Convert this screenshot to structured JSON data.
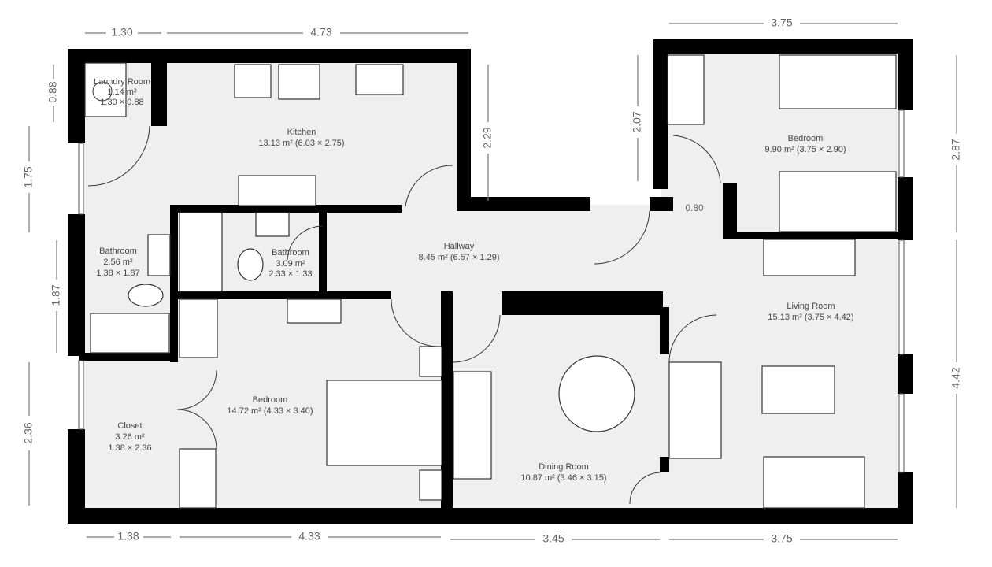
{
  "rooms": [
    {
      "name": "Laundry Room",
      "area": "1.14 m²",
      "dims": "1.30 × 0.88"
    },
    {
      "name": "Kitchen",
      "area": "13.13 m² (6.03 × 2.75)"
    },
    {
      "name": "Bathroom",
      "area": "2.56 m²",
      "dims": "1.38 × 1.87"
    },
    {
      "name": "Bathroom",
      "area": "3.09 m²",
      "dims": "2.33 × 1.33"
    },
    {
      "name": "Hallway",
      "area": "8.45 m² (6.57 × 1.29)"
    },
    {
      "name": "Bedroom",
      "area": "9.90 m² (3.75 × 2.90)"
    },
    {
      "name": "Living Room",
      "area": "15.13 m² (3.75 × 4.42)"
    },
    {
      "name": "Bedroom",
      "area": "14.72 m² (4.33 × 3.40)"
    },
    {
      "name": "Closet",
      "area": "3.26 m²",
      "dims": "1.38 × 2.36"
    },
    {
      "name": "Dining Room",
      "area": "10.87 m² (3.46 × 3.15)"
    }
  ],
  "dimensions": {
    "top": [
      "1.30",
      "4.73",
      "3.75"
    ],
    "bottom": [
      "1.38",
      "4.33",
      "3.45",
      "3.75"
    ],
    "left": [
      "0.88",
      "1.75",
      "1.87",
      "2.36"
    ],
    "right": [
      "2.29",
      "2.07",
      "2.87",
      "4.42"
    ],
    "inner": [
      "0.80"
    ]
  },
  "colors": {
    "wall": "#000000",
    "floor": "#efefef",
    "dimension": "#777777"
  }
}
